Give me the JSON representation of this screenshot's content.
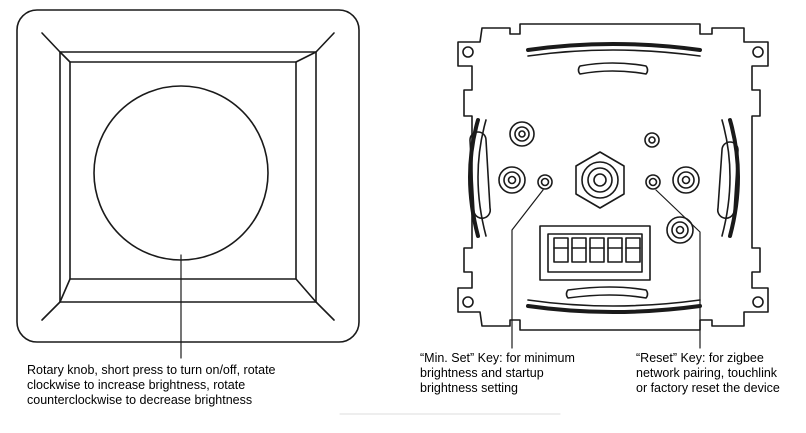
{
  "captions": {
    "knob": [
      "Rotary knob, short press to turn on/off, rotate",
      "clockwise to increase brightness, rotate",
      "counterclockwise to decrease brightness"
    ],
    "min_set": [
      "“Min. Set” Key: for minimum",
      "brightness and startup",
      "brightness setting"
    ],
    "reset": [
      "“Reset” Key: for zigbee",
      "network pairing, touchlink",
      "or factory reset the device"
    ]
  },
  "colors": {
    "line": "#1a1a1a",
    "background": "#ffffff"
  }
}
